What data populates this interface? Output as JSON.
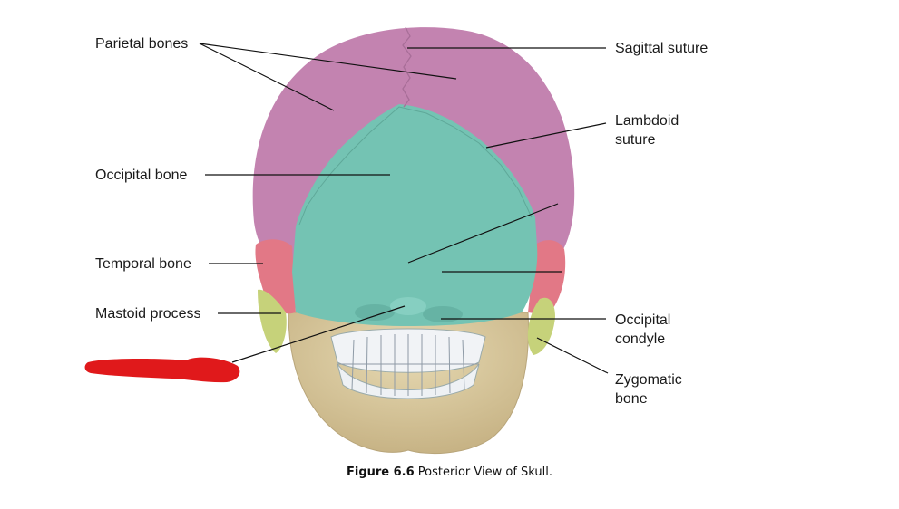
{
  "labels": {
    "parietal": "Parietal bones",
    "occipital": "Occipital bone",
    "temporal": "Temporal bone",
    "mastoid": "Mastoid process",
    "sagittal": "Sagittal suture",
    "lambdoid_line1": "Lambdoid",
    "lambdoid_line2": "suture",
    "occ_condyle_line1": "Occipital",
    "occ_condyle_line2": "condyle",
    "zygomatic_line1": "Zygomatic",
    "zygomatic_line2": "bone"
  },
  "caption": {
    "figure": "Figure 6.6",
    "text": " Posterior View of Skull."
  },
  "colors": {
    "parietal": "#c383b0",
    "occipital": "#74c3b3",
    "temporal": "#e27886",
    "mastoid": "#c6d27a",
    "bone": "#d9c99c",
    "teeth": "#f1f3f6",
    "redact": "#e0191b"
  }
}
